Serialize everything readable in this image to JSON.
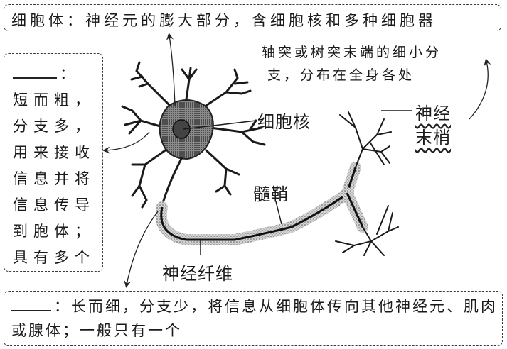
{
  "top_box": {
    "term": "细胞体",
    "text": "细胞体：神经元的膨大部分，含细胞核和多种细胞器"
  },
  "left_box": {
    "blank": "",
    "text": "：短而粗，分支多，用来接收信息并将信息传导到胞体；具有多个"
  },
  "bottom_box": {
    "blank": "",
    "text": "：长而细，分支少，将信息从细胞体传向其他神经元、肌肉或腺体；一般只有一个"
  },
  "note_right": {
    "line1": "轴突或树突末端的细小分",
    "line2": "支，分布在全身各处"
  },
  "labels": {
    "nucleus": "细胞核",
    "myelin": "髓鞘",
    "nerve_fiber": "神经纤维",
    "nerve_ending_line1": "神经",
    "nerve_ending_line2": "末梢"
  }
}
